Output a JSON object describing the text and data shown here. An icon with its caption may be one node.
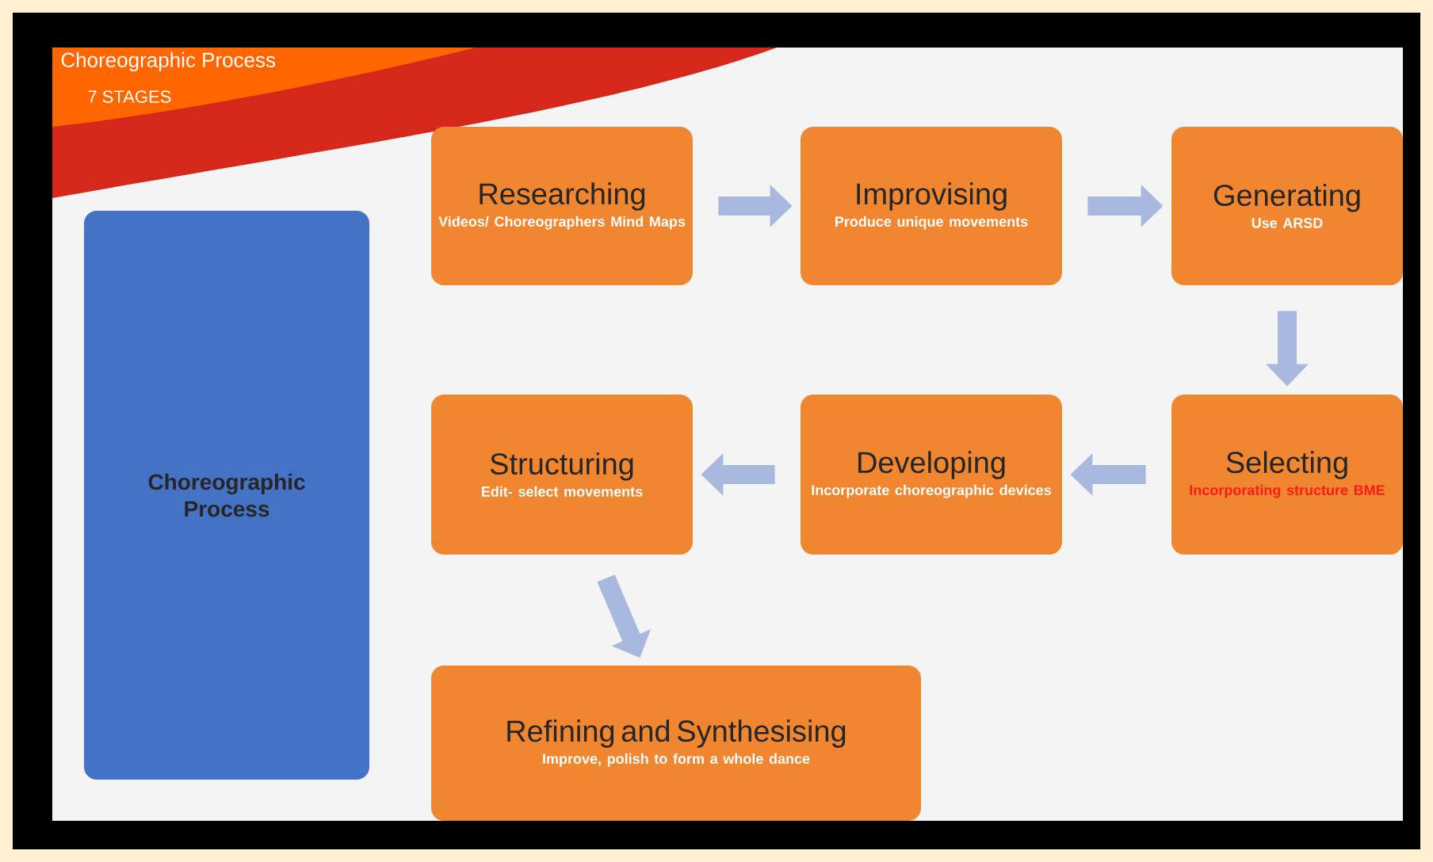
{
  "diagram": {
    "title": "Choreographic Process",
    "nodes": [
      {
        "text": [
          "Choreographic Process"
        ]
      },
      {
        "text": [
          "Researching",
          "Videos/ Choreographers Mind Maps"
        ]
      },
      {
        "text": [
          "Improvising",
          "Produce unique movements"
        ]
      },
      {
        "text": [
          "Generating",
          "Use ARSD"
        ]
      },
      {
        "text": [
          "Selecting",
          "Incorporating structure BME"
        ]
      },
      {
        "text": [
          "Developing",
          "Incorporate choreographic devices"
        ]
      },
      {
        "text": [
          "Structuring",
          "Edit- select movements"
        ]
      },
      {
        "text": [
          "Refining and Synthesising",
          "Improve, polish to form a whole dance"
        ]
      }
    ],
    "edges": [
      {
        "from": 1,
        "to": 2,
        "arrow": "to"
      },
      {
        "from": 2,
        "to": 3,
        "arrow": "to"
      },
      {
        "from": 3,
        "to": 4,
        "arrow": "to"
      },
      {
        "from": 4,
        "to": 5,
        "arrow": "to"
      },
      {
        "from": 5,
        "to": 6,
        "arrow": "to"
      },
      {
        "from": 6,
        "to": 7,
        "arrow": "to"
      }
    ],
    "labels": [
      "7 STAGES"
    ]
  }
}
